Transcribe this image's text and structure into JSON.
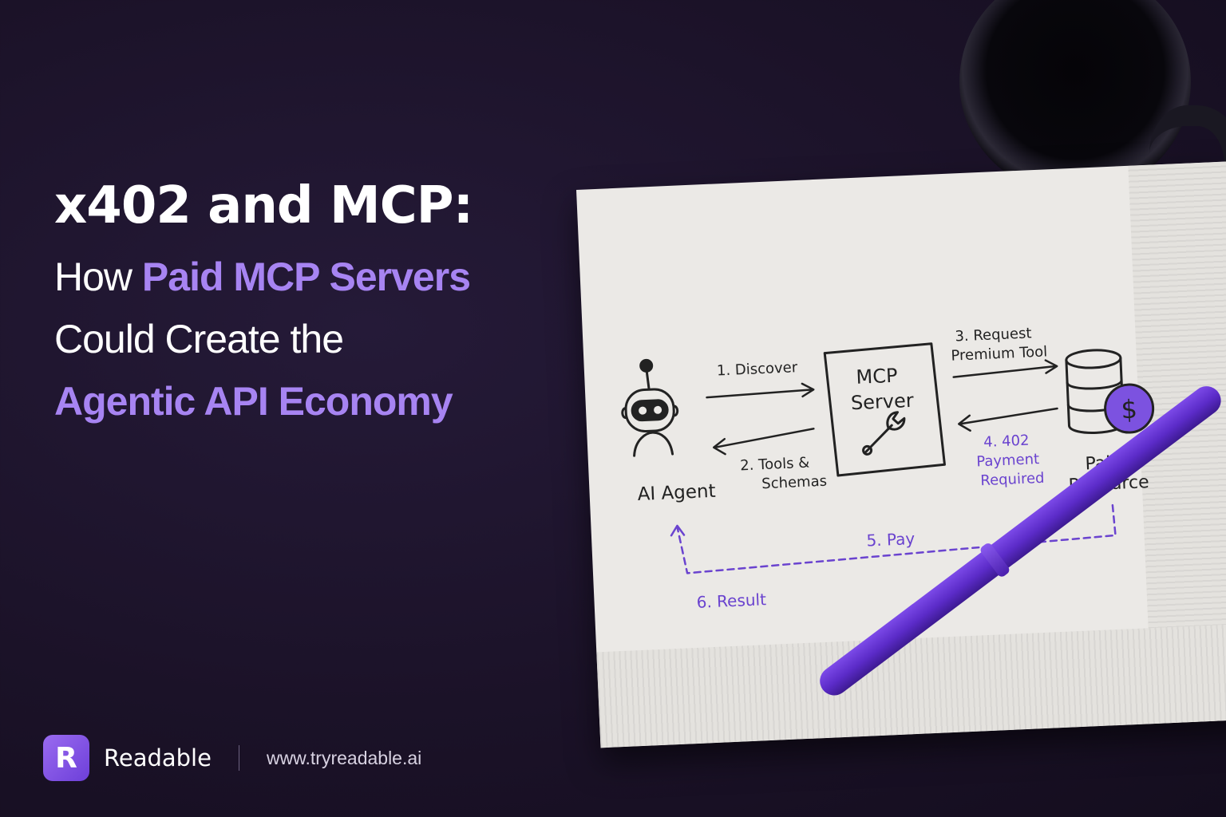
{
  "headline": {
    "title": "x402 and MCP:",
    "line1_prefix": "How ",
    "line1_accent": "Paid MCP Servers",
    "line2": "Could Create the",
    "line3_accent": "Agentic API Economy"
  },
  "brand": {
    "logo_letter": "R",
    "name": "Readable",
    "url": "www.tryreadable.ai"
  },
  "diagram": {
    "nodes": {
      "agent": "AI Agent",
      "server_line1": "MCP",
      "server_line2": "Server",
      "resource_line1": "Paid",
      "resource_line2": "Resource"
    },
    "steps": {
      "discover": "1. Discover",
      "tools_line1": "2. Tools &",
      "tools_line2": "Schemas",
      "request_line1": "3. Request",
      "request_line2": "Premium Tool",
      "payment_line1": "4. 402",
      "payment_line2": "Payment",
      "payment_line3": "Required",
      "pay": "5. Pay",
      "result": "6. Result"
    },
    "resource_symbol": "$"
  },
  "colors": {
    "accent": "#a784f2",
    "ink": "#222222",
    "purple_ink": "#6a43cf",
    "napkin": "#ebe9e6",
    "background": "#1b1228"
  },
  "icons": [
    "robot-icon",
    "wrench-icon",
    "database-icon",
    "dollar-coin-icon",
    "coffee-mug",
    "marker-pen"
  ]
}
